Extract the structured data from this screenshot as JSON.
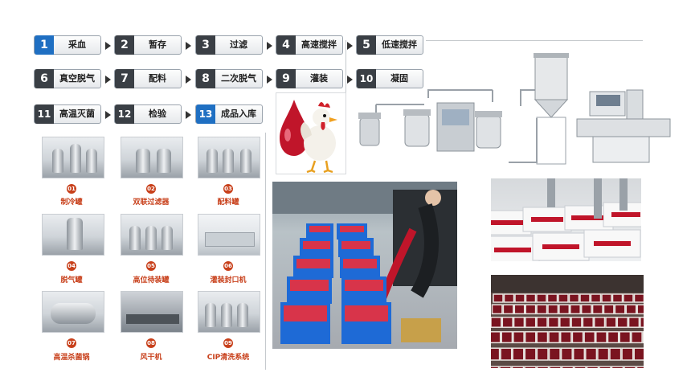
{
  "steps": [
    {
      "num": "1",
      "label": "采血"
    },
    {
      "num": "2",
      "label": "暂存"
    },
    {
      "num": "3",
      "label": "过滤"
    },
    {
      "num": "4",
      "label": "高速搅拌"
    },
    {
      "num": "5",
      "label": "低速搅拌"
    },
    {
      "num": "6",
      "label": "真空脱气"
    },
    {
      "num": "7",
      "label": "配料"
    },
    {
      "num": "8",
      "label": "二次脱气"
    },
    {
      "num": "9",
      "label": "灌装"
    },
    {
      "num": "10",
      "label": "凝固"
    },
    {
      "num": "11",
      "label": "高温灭菌"
    },
    {
      "num": "12",
      "label": "检验"
    },
    {
      "num": "13",
      "label": "成品入库"
    }
  ],
  "equipment": [
    {
      "num": "01",
      "label": "制冷罐"
    },
    {
      "num": "02",
      "label": "双联过滤器"
    },
    {
      "num": "03",
      "label": "配料罐"
    },
    {
      "num": "04",
      "label": "脱气罐"
    },
    {
      "num": "05",
      "label": "高位待装罐"
    },
    {
      "num": "06",
      "label": "灌装封口机"
    },
    {
      "num": "07",
      "label": "高温杀菌锅"
    },
    {
      "num": "08",
      "label": "风干机"
    },
    {
      "num": "09",
      "label": "CIP清洗系统"
    }
  ],
  "colors": {
    "accent": "#1f6fc2",
    "caption": "#c8401b",
    "blood": "#c0152a",
    "crate": "#1e6ad6"
  }
}
